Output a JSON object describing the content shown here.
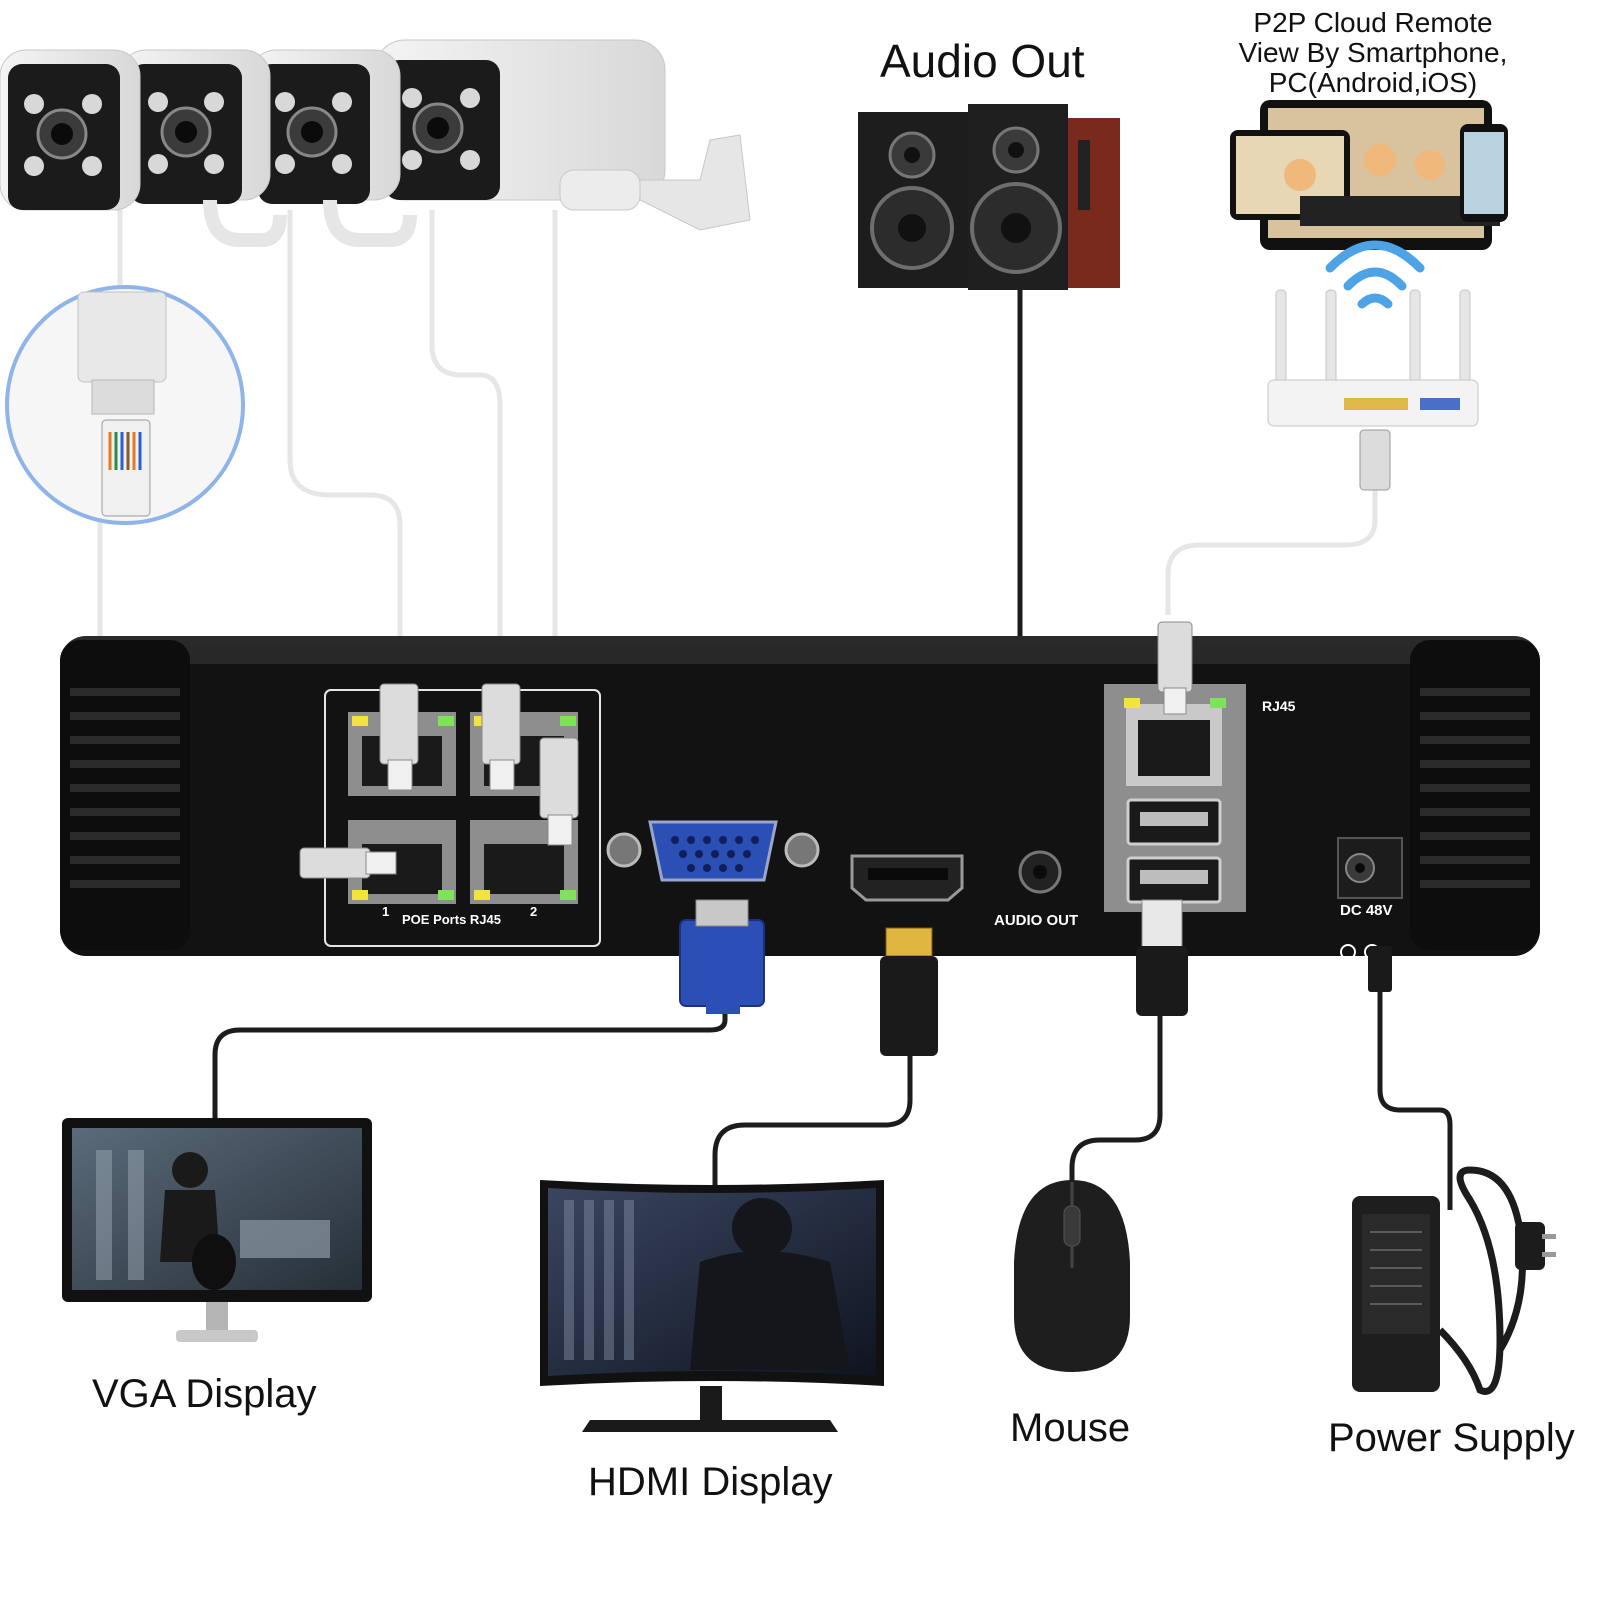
{
  "labels": {
    "audio_out_title": "Audio Out",
    "p2p_title": "P2P Cloud Remote View By Smartphone, PC(Android,iOS)",
    "vga_display": "VGA Display",
    "hdmi_display": "HDMI Display",
    "mouse": "Mouse",
    "power_supply": "Power Supply"
  },
  "nvr_panel": {
    "poe_ports_label": "POE Ports RJ45",
    "port_1": "1",
    "port_2": "2",
    "rj45_label": "RJ45",
    "audio_out_port_label": "AUDIO OUT",
    "dc_label": "DC 48V"
  },
  "colors": {
    "nvr_body": "#1a1a1a",
    "vga_blue": "#2b4fb5",
    "cable_white": "#e8e8e8",
    "cable_black": "#1c1c1c",
    "wifi_blue": "#4da3e6",
    "speaker_wood": "#7a2a1c"
  },
  "icons": [
    "camera-icon",
    "speaker-icon",
    "router-icon",
    "monitor-icon",
    "mouse-icon",
    "power-adapter-icon",
    "wifi-icon",
    "devices-icon"
  ]
}
